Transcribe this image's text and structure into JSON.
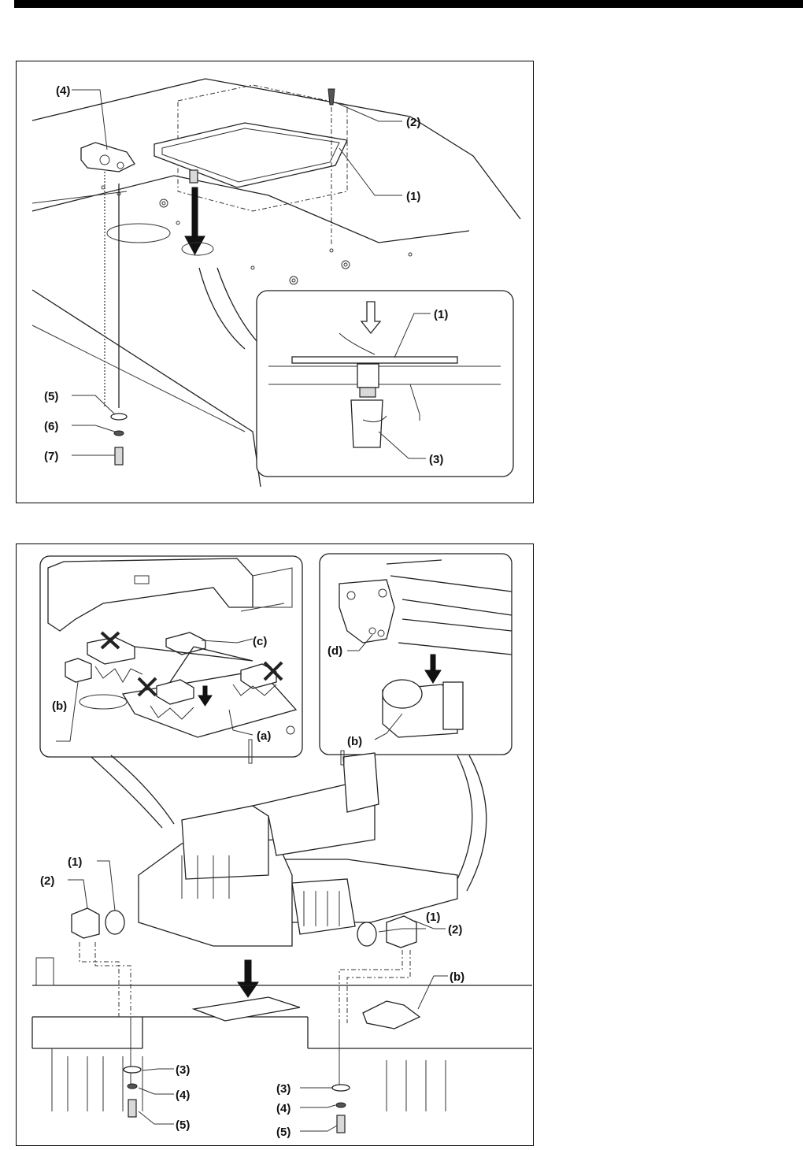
{
  "figure_top": {
    "callouts": {
      "c4": "(4)",
      "c2": "(2)",
      "c1": "(1)",
      "c5": "(5)",
      "c6": "(6)",
      "c7": "(7)",
      "d1": "(1)",
      "d3": "(3)"
    }
  },
  "figure_bottom": {
    "inset_left": {
      "c": "(c)",
      "b": "(b)",
      "a": "(a)"
    },
    "inset_right": {
      "d": "(d)",
      "b": "(b)"
    },
    "main": {
      "l1": "(1)",
      "l2": "(2)",
      "l3": "(3)",
      "l4": "(4)",
      "l5": "(5)",
      "r1": "(1)",
      "r2": "(2)",
      "rb": "(b)",
      "r3": "(3)",
      "r4": "(4)",
      "r5": "(5)"
    }
  }
}
